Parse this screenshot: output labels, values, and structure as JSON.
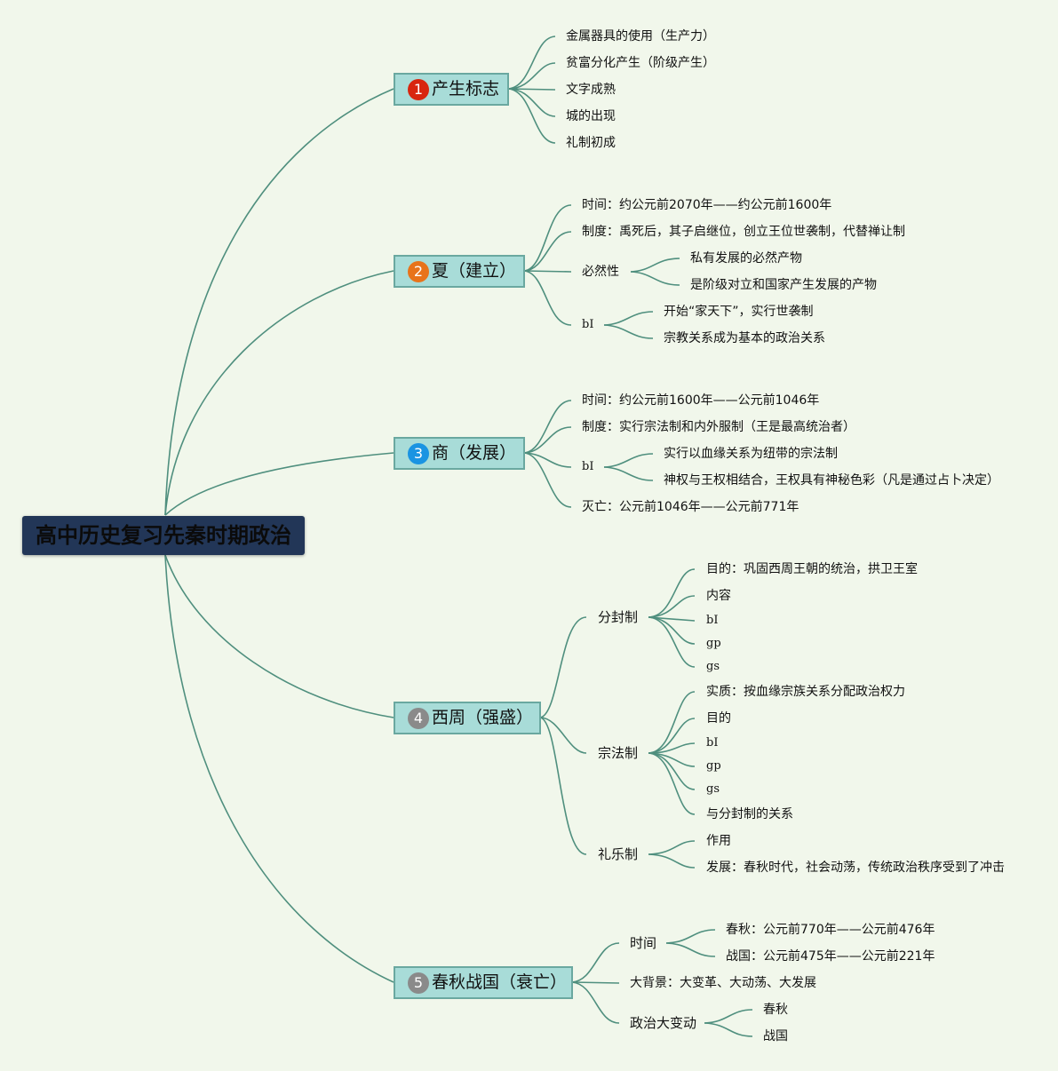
{
  "mindmap": {
    "root": "高中历史复习先秦时期政治",
    "colors": {
      "background": "#f1f7eb",
      "root_fill": "#223657",
      "topic_fill": "#a8dcd8",
      "topic_border": "#6aa8a0",
      "link": "#4f8f7e",
      "marker_1": "#d8260f",
      "marker_2": "#e8731a",
      "marker_3": "#1a94e2",
      "marker_4": "#8a8a8a",
      "marker_5": "#8a8a8a"
    },
    "topics": [
      {
        "number": "1",
        "label": "产生标志",
        "children": [
          "金属器具的使用（生产力）",
          "贫富分化产生（阶级产生）",
          "文字成熟",
          "城的出现",
          "礼制初成"
        ]
      },
      {
        "number": "2",
        "label": "夏（建立）",
        "children": [
          "时间：约公元前2070年——约公元前1600年",
          "制度：禹死后，其子启继位，创立王位世袭制，代替禅让制",
          {
            "label": "必然性",
            "children": [
              "私有发展的必然产物",
              "是阶级对立和国家产生发展的产物"
            ]
          },
          {
            "label": "bI",
            "children": [
              "开始“家天下”，实行世袭制",
              "宗教关系成为基本的政治关系"
            ]
          }
        ]
      },
      {
        "number": "3",
        "label": "商（发展）",
        "children": [
          "时间：约公元前1600年——公元前1046年",
          "制度：实行宗法制和内外服制（王是最高统治者）",
          {
            "label": "bI",
            "children": [
              "实行以血缘关系为纽带的宗法制",
              "神权与王权相结合，王权具有神秘色彩（凡是通过占卜决定）"
            ]
          },
          "灭亡：公元前1046年——公元前771年"
        ]
      },
      {
        "number": "4",
        "label": "西周（强盛）",
        "children": [
          {
            "label": "分封制",
            "children": [
              "目的：巩固西周王朝的统治，拱卫王室",
              "内容",
              "bI",
              "gp",
              "gs"
            ]
          },
          {
            "label": "宗法制",
            "children": [
              "实质：按血缘宗族关系分配政治权力",
              "目的",
              "bI",
              "gp",
              "gs",
              "与分封制的关系"
            ]
          },
          {
            "label": "礼乐制",
            "children": [
              "作用",
              "发展：春秋时代，社会动荡，传统政治秩序受到了冲击"
            ]
          }
        ]
      },
      {
        "number": "5",
        "label": "春秋战国（衰亡）",
        "children": [
          {
            "label": "时间",
            "children": [
              "春秋：公元前770年——公元前476年",
              "战国：公元前475年——公元前221年"
            ]
          },
          "大背景：大变革、大动荡、大发展",
          {
            "label": "政治大变动",
            "children": [
              "春秋",
              "战国"
            ]
          }
        ]
      }
    ]
  }
}
